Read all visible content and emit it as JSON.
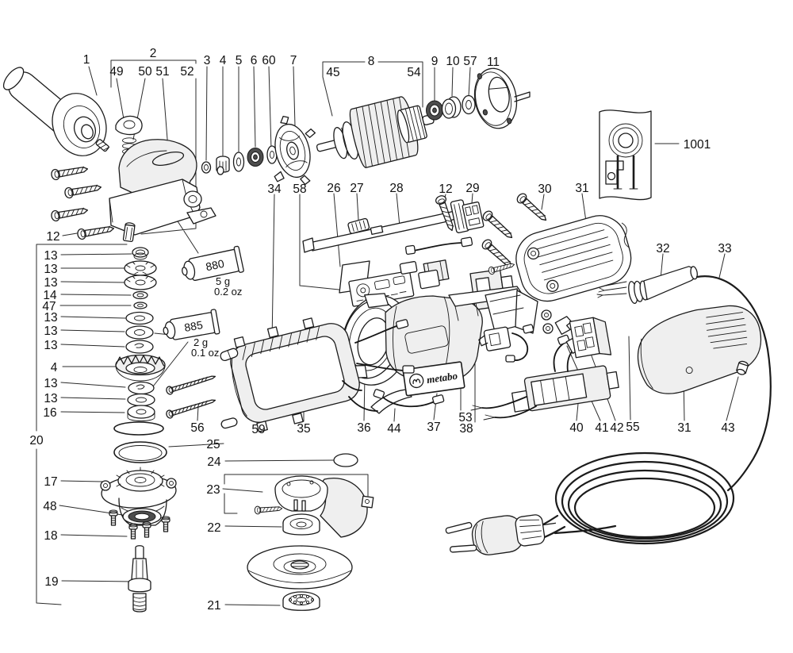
{
  "callouts": [
    "1",
    "2",
    "49",
    "50",
    "51",
    "52",
    "3",
    "4",
    "5",
    "6",
    "60",
    "7",
    "45",
    "8",
    "54",
    "9",
    "10",
    "57",
    "11",
    "1001",
    "34",
    "58",
    "26",
    "27",
    "28",
    "12",
    "29",
    "30",
    "31",
    "32",
    "33",
    "12",
    "13",
    "13",
    "13",
    "14",
    "47",
    "13",
    "13",
    "13",
    "4",
    "13",
    "13",
    "16",
    "20",
    "56",
    "59",
    "35",
    "36",
    "44",
    "37",
    "53",
    "38",
    "40",
    "41",
    "42",
    "55",
    "31",
    "43",
    "25",
    "24",
    "17",
    "23",
    "48",
    "18",
    "22",
    "19",
    "21"
  ],
  "grease_tubes": [
    {
      "code": "880",
      "amount_metric": "5 g",
      "amount_imperial": "0.2 oz"
    },
    {
      "code": "885",
      "amount_metric": "2 g",
      "amount_imperial": "0.1 oz"
    }
  ],
  "brand_plate": {
    "text": "metabo"
  },
  "colors": {
    "ink": "#1b1b1b",
    "paper": "#ffffff",
    "shade": "#efefef",
    "dark": "#4d4d4d"
  }
}
